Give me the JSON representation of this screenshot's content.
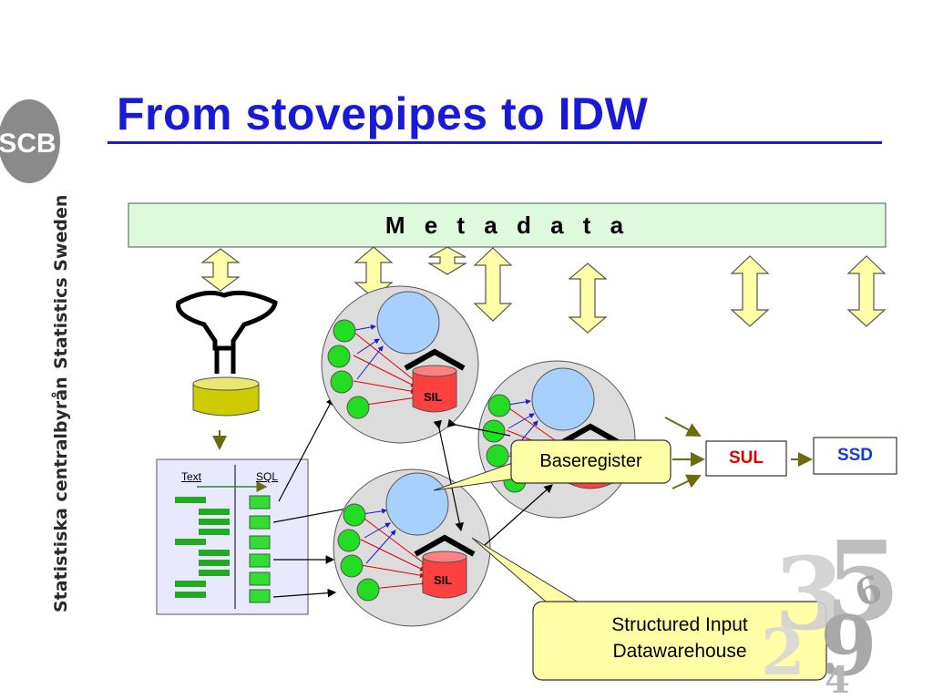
{
  "title": "From stovepipes to IDW",
  "branding": {
    "logo_text": "SCB",
    "side_label_top": "Statistics Sweden",
    "side_label_bottom": "Statistiska centralbyrån",
    "watermark_numbers": "359264"
  },
  "diagram": {
    "metadata_label": "M e t a d a t a",
    "text_label": "Text",
    "sql_label": "SQL",
    "sil_label": "SIL",
    "baseregister_label": "Baseregister",
    "sul_label": "SUL",
    "ssd_label": "SSD",
    "callout_line1": "Structured Input",
    "callout_line2": "Datawarehouse"
  },
  "colors": {
    "title": "#1a1ad6",
    "metadata_bar": "#ddfadd",
    "arrow_fill": "#ffffa8",
    "sul_text": "#e00000",
    "ssd_text": "#1a3ad6",
    "callout_fill": "#ffffa8",
    "cylinder_red": "#ff4040",
    "cylinder_yellow": "#cccc00",
    "node_green": "#22dd22",
    "node_blue": "#a8d0ff",
    "cluster_gray": "#dcdcdc"
  }
}
